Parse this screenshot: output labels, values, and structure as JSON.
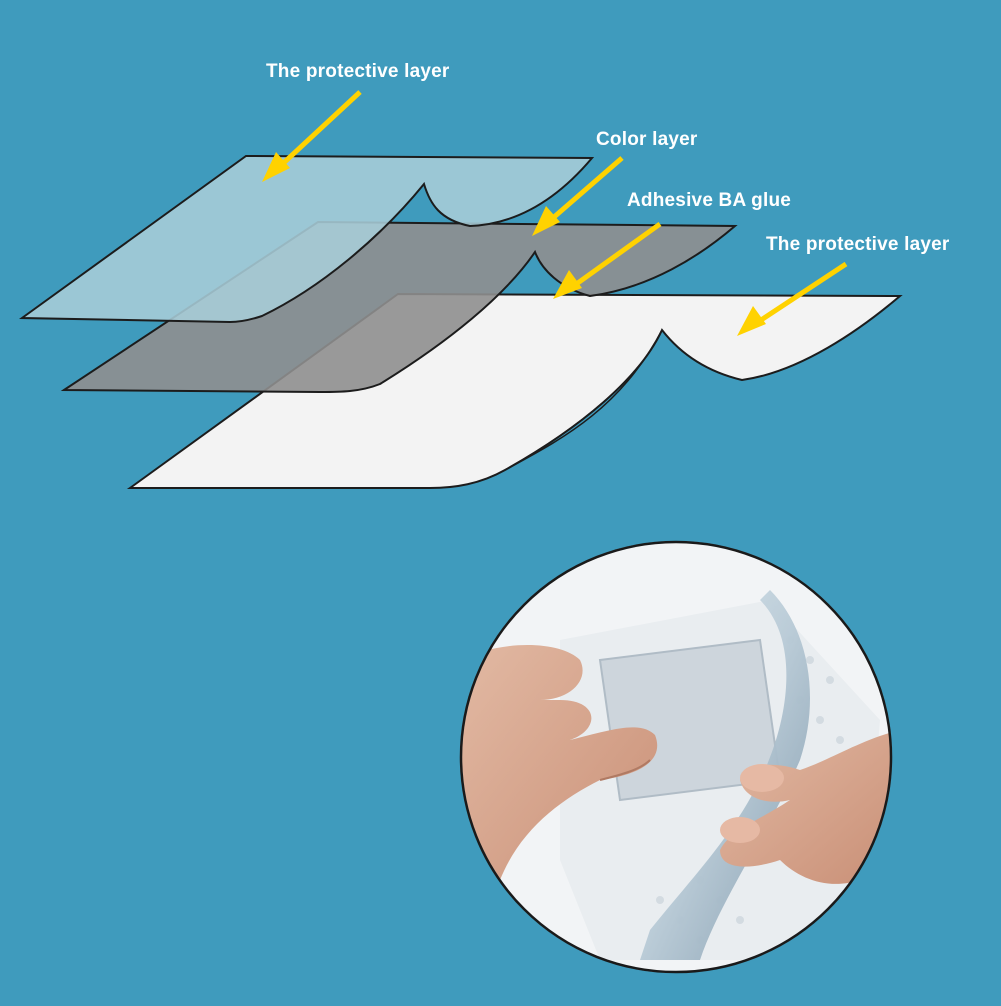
{
  "diagram": {
    "labels": [
      {
        "id": "top-protective-layer",
        "text": "The protective layer"
      },
      {
        "id": "color-layer",
        "text": "Color layer"
      },
      {
        "id": "adhesive-ba-glue",
        "text": "Adhesive BA glue"
      },
      {
        "id": "bottom-protective-layer",
        "text": "The protective layer"
      }
    ],
    "colors": {
      "background": "#3f9bbd",
      "arrow": "#ffd200",
      "top_layer": "#a9cdd8",
      "color_layer": "#8c8c8c",
      "glue_layer": "#9c9c9c",
      "bottom_layer": "#f3f3f3"
    }
  },
  "photo": {
    "description_icon": "hand-peeling-film-photo"
  }
}
